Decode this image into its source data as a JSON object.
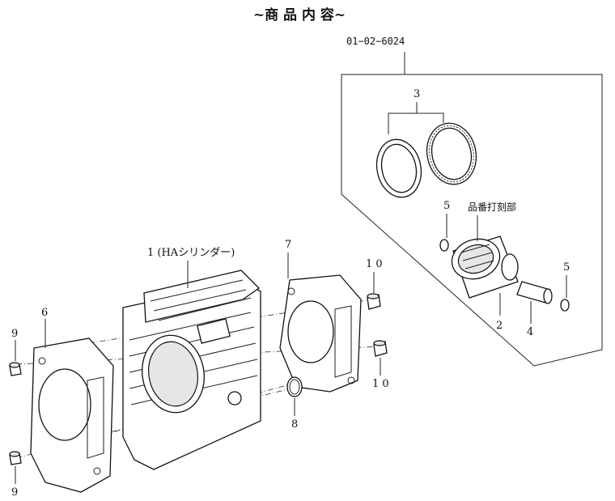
{
  "diagram": {
    "title": "~商 品 内 容~",
    "kit_code": "01−02−6024",
    "stamp_note": "品番打刻部",
    "parts": [
      {
        "id": "cylinder",
        "number": "1 (HAシリンダー)"
      },
      {
        "id": "piston",
        "number": "2"
      },
      {
        "id": "rings",
        "number": "3"
      },
      {
        "id": "pin",
        "number": "4"
      },
      {
        "id": "clip-upper",
        "number": "5"
      },
      {
        "id": "clip-lower",
        "number": "5"
      },
      {
        "id": "base-gasket",
        "number": "6"
      },
      {
        "id": "head-gasket",
        "number": "7"
      },
      {
        "id": "oring",
        "number": "8"
      },
      {
        "id": "dowel-left-top",
        "number": "9"
      },
      {
        "id": "dowel-left-bottom",
        "number": "9"
      },
      {
        "id": "dowel-right-top",
        "number": "1 0"
      },
      {
        "id": "dowel-right-bottom",
        "number": "1 0"
      }
    ]
  }
}
